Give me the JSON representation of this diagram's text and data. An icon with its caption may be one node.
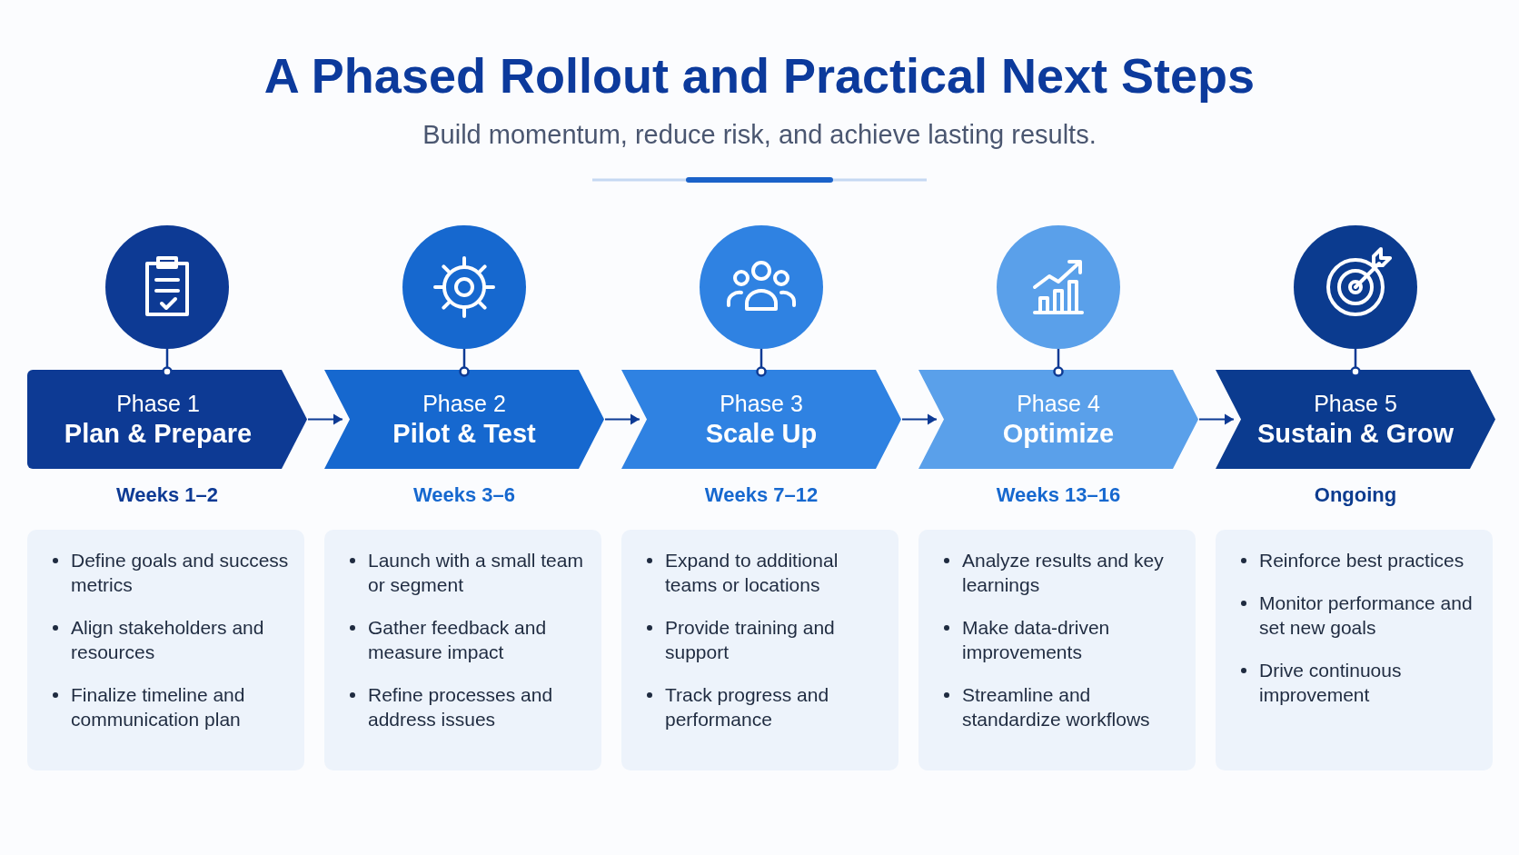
{
  "diagram": {
    "title": "A Phased Rollout and Practical Next Steps",
    "nodes": [
      {
        "text": [],
        "shape": "circle"
      },
      {
        "text": [
          "Phase 1",
          "Plan & Prepare"
        ],
        "beside": [
          "Weeks 1–2"
        ]
      },
      {
        "text": [
          "Define goals and success metrics",
          "Align stakeholders and resources",
          "Finalize timeline and communication plan"
        ]
      },
      {
        "text": [],
        "shape": "circle"
      },
      {
        "text": [
          "Phase 2",
          "Pilot & Test"
        ],
        "beside": [
          "Weeks 3–6"
        ]
      },
      {
        "text": [
          "Launch with a small team or segment",
          "Gather feedback and measure impact",
          "Refine processes and address issues"
        ]
      },
      {
        "text": [],
        "shape": "circle"
      },
      {
        "text": [
          "Phase 3",
          "Scale Up"
        ],
        "beside": [
          "Weeks 7–12"
        ]
      },
      {
        "text": [
          "Expand to additional teams or locations",
          "Provide training and support",
          "Track progress and performance"
        ]
      },
      {
        "text": [],
        "shape": "circle"
      },
      {
        "text": [
          "Phase 4",
          "Optimize"
        ],
        "beside": [
          "Weeks 13–16"
        ]
      },
      {
        "text": [
          "Analyze results and key learnings",
          "Make data-driven improvements",
          "Streamline and standardize workflows"
        ]
      },
      {
        "text": [],
        "shape": "circle"
      },
      {
        "text": [
          "Phase 5",
          "Sustain & Grow"
        ],
        "beside": [
          "Ongoing"
        ]
      },
      {
        "text": [
          "Reinforce best practices",
          "Monitor performance and set new goals",
          "Drive continuous improvement"
        ]
      }
    ],
    "edges": [
      {
        "from": 0,
        "to": 1,
        "arrow": "other"
      },
      {
        "from": 3,
        "to": 4,
        "arrow": "other"
      },
      {
        "from": 6,
        "to": 7,
        "arrow": "other"
      },
      {
        "from": 9,
        "to": 10,
        "arrow": "other"
      },
      {
        "from": 12,
        "to": 13,
        "arrow": "other"
      },
      {
        "from": 1,
        "to": 4,
        "arrow": "to"
      },
      {
        "from": 4,
        "to": 7,
        "arrow": "to"
      },
      {
        "from": 7,
        "to": 10,
        "arrow": "to"
      },
      {
        "from": 10,
        "to": 13,
        "arrow": "to"
      }
    ],
    "labels": [
      "Build momentum, reduce risk, and achieve lasting results."
    ]
  }
}
